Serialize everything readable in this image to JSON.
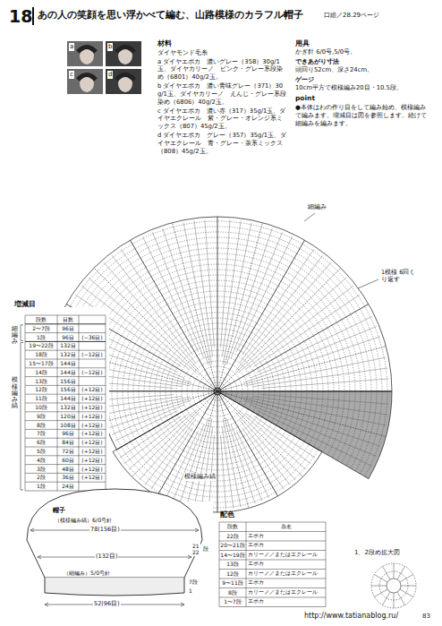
{
  "diagram": {
    "title": "あの人の笑顔を思い浮かべて編む、山路模様のカラフル帽子",
    "labels": [
      "18",
      "口絵／28.29ページ",
      "a",
      "b",
      "c",
      "d",
      "材料",
      "ダイヤモンド毛糸",
      "a ダイヤエポカ　濃いグレー（358）30g/1玉、ダイヤカリーノ　ピンク・グレー系段染め（6801）40g/2玉。",
      "b ダイヤエポカ　濃い青味グレー（371）30g/1玉、ダイヤカリーノ　えんじ・グレー系段染め（6806）40g/2玉。",
      "c ダイヤエポカ　濃い赤（317）35g/1玉、ダイヤエクレール　紫・グレー・オレンジ系ミックス（807）45g/2玉。",
      "d ダイヤエポカ　グレー（357）35g/1玉、ダイヤエクレール　青・グレー・茶系ミックス（808）45g/2玉。",
      "用具",
      "かぎ針 6/0号,5/0号。",
      "できあがり寸法",
      "頭回り52cm、深さ24cm。",
      "ゲージ",
      "10cm平方で模様編み20目・10.5段。",
      "point",
      "●本体はわの作り目をして編み始め、模様編みで編みます。増減目は図を参照します。続けて細編みを編みます。",
      "細編み",
      "1模様 6回くり返す",
      "模様編み縞",
      "増減目",
      "細編み",
      "模様編み縞",
      "段数",
      "目数",
      "2〜7段",
      "96目",
      "1段",
      "96目",
      "(−36目)",
      "19〜22段",
      "132目",
      "18段",
      "132目",
      "(−12目)",
      "15〜17段",
      "144目",
      "14段",
      "144目",
      "(−12目)",
      "13段",
      "156目",
      "12段",
      "156目",
      "(+12目)",
      "11段",
      "144目",
      "(+12目)",
      "10段",
      "132目",
      "(+12目)",
      "9段",
      "120目",
      "(+12目)",
      "8段",
      "108目",
      "(+12目)",
      "7段",
      "96目",
      "(+12目)",
      "6段",
      "84目",
      "(+12目)",
      "5段",
      "72目",
      "(+12目)",
      "4段",
      "60目",
      "(+12目)",
      "3段",
      "48目",
      "(+12目)",
      "2段",
      "36目",
      "(+12目)",
      "1段",
      "24目",
      "帽子",
      "（模様編み縞）6/0号針",
      "78(156目)",
      "(132目)",
      "21",
      "22",
      "段",
      "（細編み）5/0号針",
      "52(96目)",
      "7段",
      "1",
      "配色",
      "段数",
      "糸名",
      "22段",
      "エポカ",
      "20〜21段",
      "エポカ",
      "14〜19段",
      "カリーノ／またはエクレール",
      "13段",
      "エポカ",
      "12段",
      "カリーノ／またはエクレール",
      "9〜11段",
      "エポカ",
      "8段",
      "カリーノ／またはエクレール",
      "1〜7段",
      "エポカ",
      "1、2段め拡大図",
      "http://www.tatianablog.ru/",
      "83"
    ]
  }
}
